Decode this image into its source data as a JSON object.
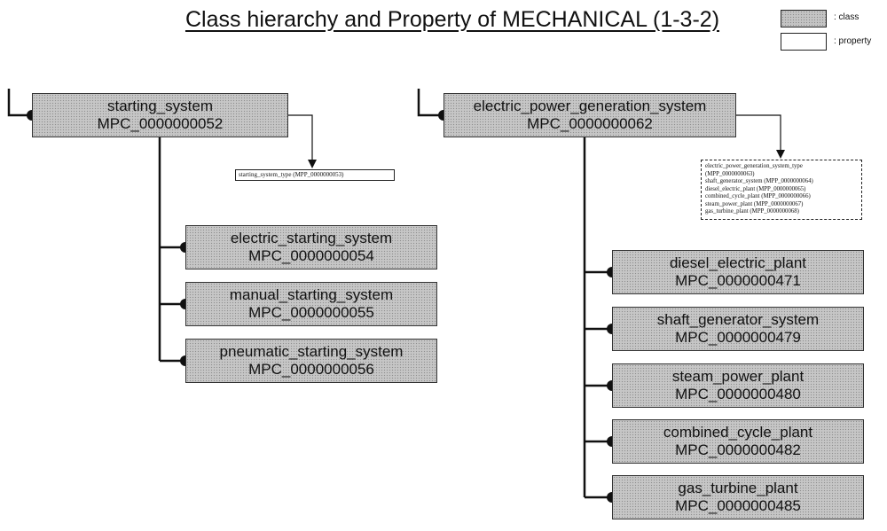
{
  "title": "Class hierarchy and Property of MECHANICAL (1-3-2)",
  "legend": {
    "class_label": ": class",
    "property_label": ": property"
  },
  "diagrams": [
    {
      "root": {
        "name": "starting_system",
        "id": "MPC_0000000052"
      },
      "property_lines": [
        "starting_system_type (MPP_0000000053)"
      ],
      "children": [
        {
          "name": "electric_starting_system",
          "id": "MPC_0000000054"
        },
        {
          "name": "manual_starting_system",
          "id": "MPC_0000000055"
        },
        {
          "name": "pneumatic_starting_system",
          "id": "MPC_0000000056"
        }
      ]
    },
    {
      "root": {
        "name": "electric_power_generation_system",
        "id": "MPC_0000000062"
      },
      "property_lines": [
        "electric_power_generation_system_type",
        "(MPP_0000000063)",
        "shaft_generator_system (MPP_0000000064)",
        "diesel_electric_plant (MPP_0000000065)",
        "combined_cycle_plant (MPP_0000000066)",
        "steam_power_plant (MPP_0000000067)",
        "gas_turbine_plant (MPP_0000000068)"
      ],
      "children": [
        {
          "name": "diesel_electric_plant",
          "id": "MPC_0000000471"
        },
        {
          "name": "shaft_generator_system",
          "id": "MPC_0000000479"
        },
        {
          "name": "steam_power_plant",
          "id": "MPC_0000000480"
        },
        {
          "name": "combined_cycle_plant",
          "id": "MPC_0000000482"
        },
        {
          "name": "gas_turbine_plant",
          "id": "MPC_0000000485"
        }
      ]
    }
  ]
}
